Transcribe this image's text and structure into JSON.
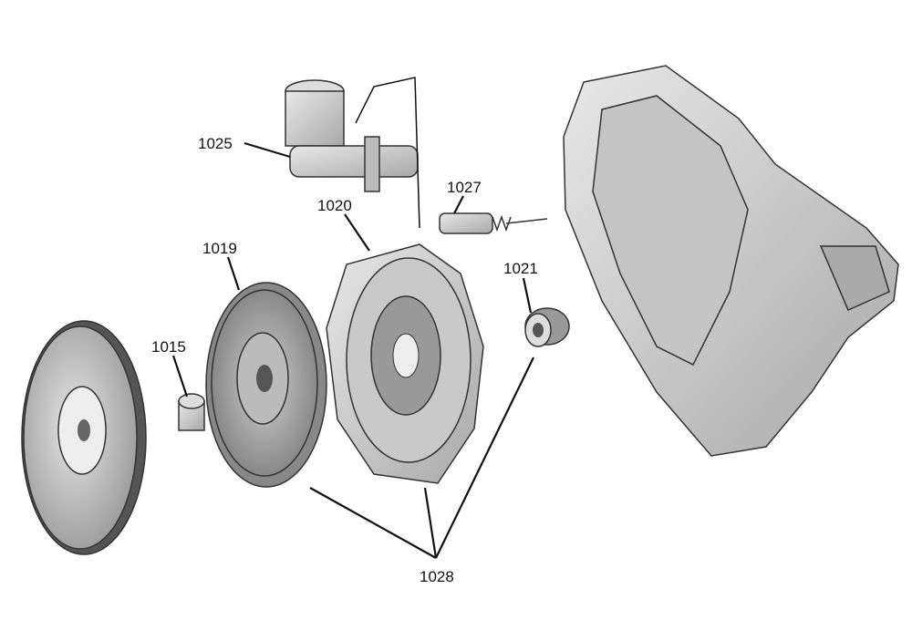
{
  "diagram": {
    "title": "Clutch assembly exploded view",
    "labels": {
      "master_cylinder": "1025",
      "pressure_plate": "1020",
      "clutch_disc": "1019",
      "pilot_bushing": "1015",
      "slave_cylinder": "1027",
      "release_bearing": "1021",
      "clutch_kit": "1028"
    }
  }
}
